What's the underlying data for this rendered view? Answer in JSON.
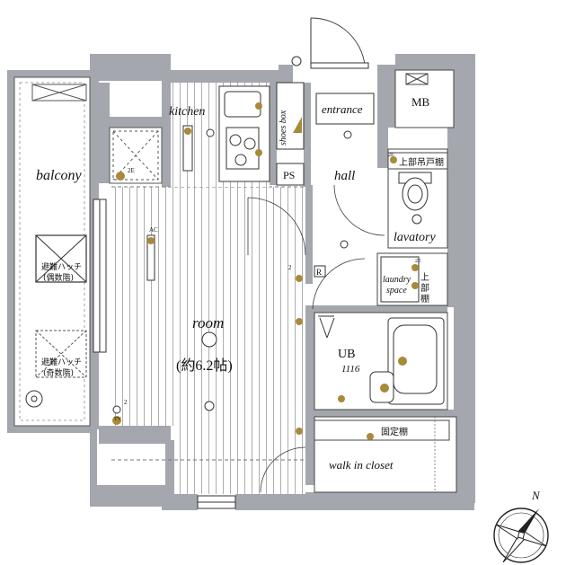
{
  "labels": {
    "balcony": "balcony",
    "kitchen": "kitchen",
    "shoes_box": "shoes box",
    "entrance": "entrance",
    "mb": "MB",
    "ps": "PS",
    "hall": "hall",
    "upper_cabinet": "上部吊戸棚",
    "lavatory": "lavatory",
    "laundry_space_line1": "laundry",
    "laundry_space_line2": "space",
    "upper_shelf_1": "上",
    "upper_shelf_2": "部",
    "upper_shelf_3": "棚",
    "room": "room",
    "room_size": "(約6.2帖)",
    "ub": "UB",
    "ub_size": "1116",
    "fixed_shelf": "固定棚",
    "walk_in_closet": "walk in closet",
    "hatch_even_1": "避難ハッチ",
    "hatch_even_2": "(偶数階)",
    "hatch_odd_1": "避難ハッチ",
    "hatch_odd_2": "(奇数階)",
    "north": "N"
  },
  "fixture_marks": {
    "ac": "AC",
    "two_e_1": "2E",
    "two_e_2": "2E",
    "two_e_3": "2E",
    "tv": "TV",
    "two_1": "2",
    "two_2": "2",
    "r": "R"
  },
  "colors": {
    "wall": "#a4a7ad",
    "line": "#3a3a3a",
    "fixture_accent": "#a98a3a",
    "background": "#ffffff"
  }
}
